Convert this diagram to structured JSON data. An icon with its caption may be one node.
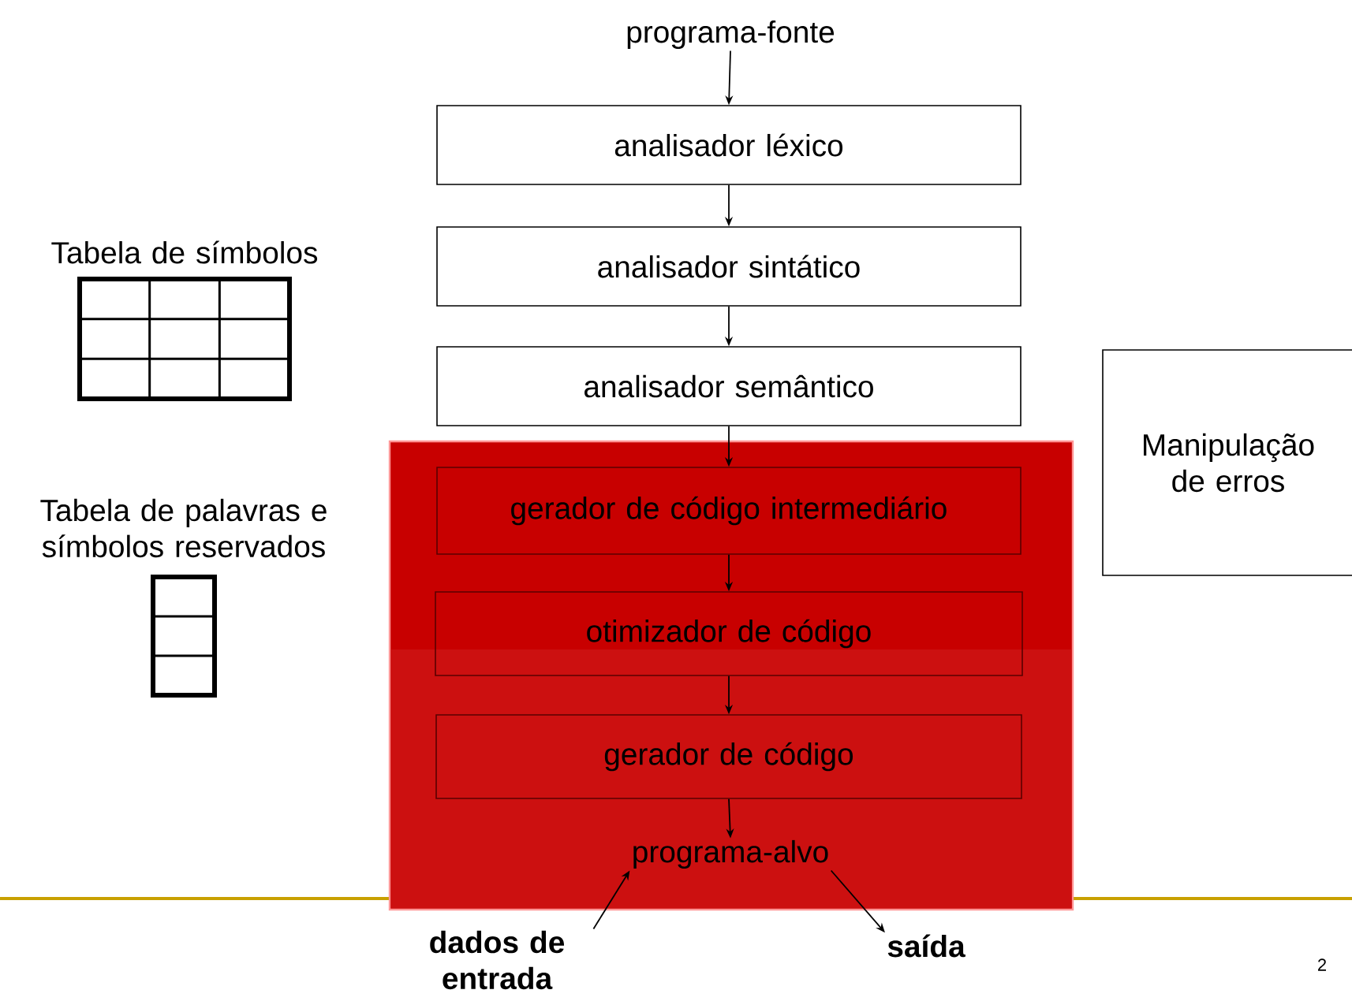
{
  "diagram": {
    "nodes": [
      {
        "text": [
          "programa-fonte"
        ]
      },
      {
        "text": [
          "analisador léxico"
        ]
      },
      {
        "text": [
          "analisador sintático"
        ]
      },
      {
        "text": [
          "analisador semântico"
        ]
      },
      {
        "text": [],
        "shape": "box"
      },
      {
        "text": [
          "gerador de código intermediário"
        ],
        "in": 4
      },
      {
        "text": [
          "otimizador de código"
        ],
        "in": 4
      },
      {
        "text": [
          "gerador de código"
        ],
        "in": 4
      },
      {
        "text": [
          "programa-alvo"
        ],
        "in": 4
      },
      {
        "text": [
          "dados de entrada"
        ]
      },
      {
        "text": [
          "saída"
        ]
      },
      {
        "text": [
          "Tabela de símbolos"
        ]
      },
      {
        "text": [
          "Tabela de palavras e símbolos reservados"
        ]
      },
      {
        "text": [
          "Manipulação de erros"
        ]
      }
    ],
    "edges": [
      {
        "from": 0,
        "to": 1,
        "arrow": "to"
      },
      {
        "from": 1,
        "to": 2,
        "arrow": "to"
      },
      {
        "from": 2,
        "to": 3,
        "arrow": "to"
      },
      {
        "from": 3,
        "to": 5,
        "arrow": "to"
      },
      {
        "from": 5,
        "to": 6,
        "arrow": "to"
      },
      {
        "from": 6,
        "to": 7,
        "arrow": "to"
      },
      {
        "from": 7,
        "to": 8,
        "arrow": "to"
      },
      {
        "from": 9,
        "to": 8,
        "arrow": "to"
      },
      {
        "from": 8,
        "to": 10,
        "arrow": "to"
      }
    ],
    "labels": [
      "2"
    ]
  }
}
